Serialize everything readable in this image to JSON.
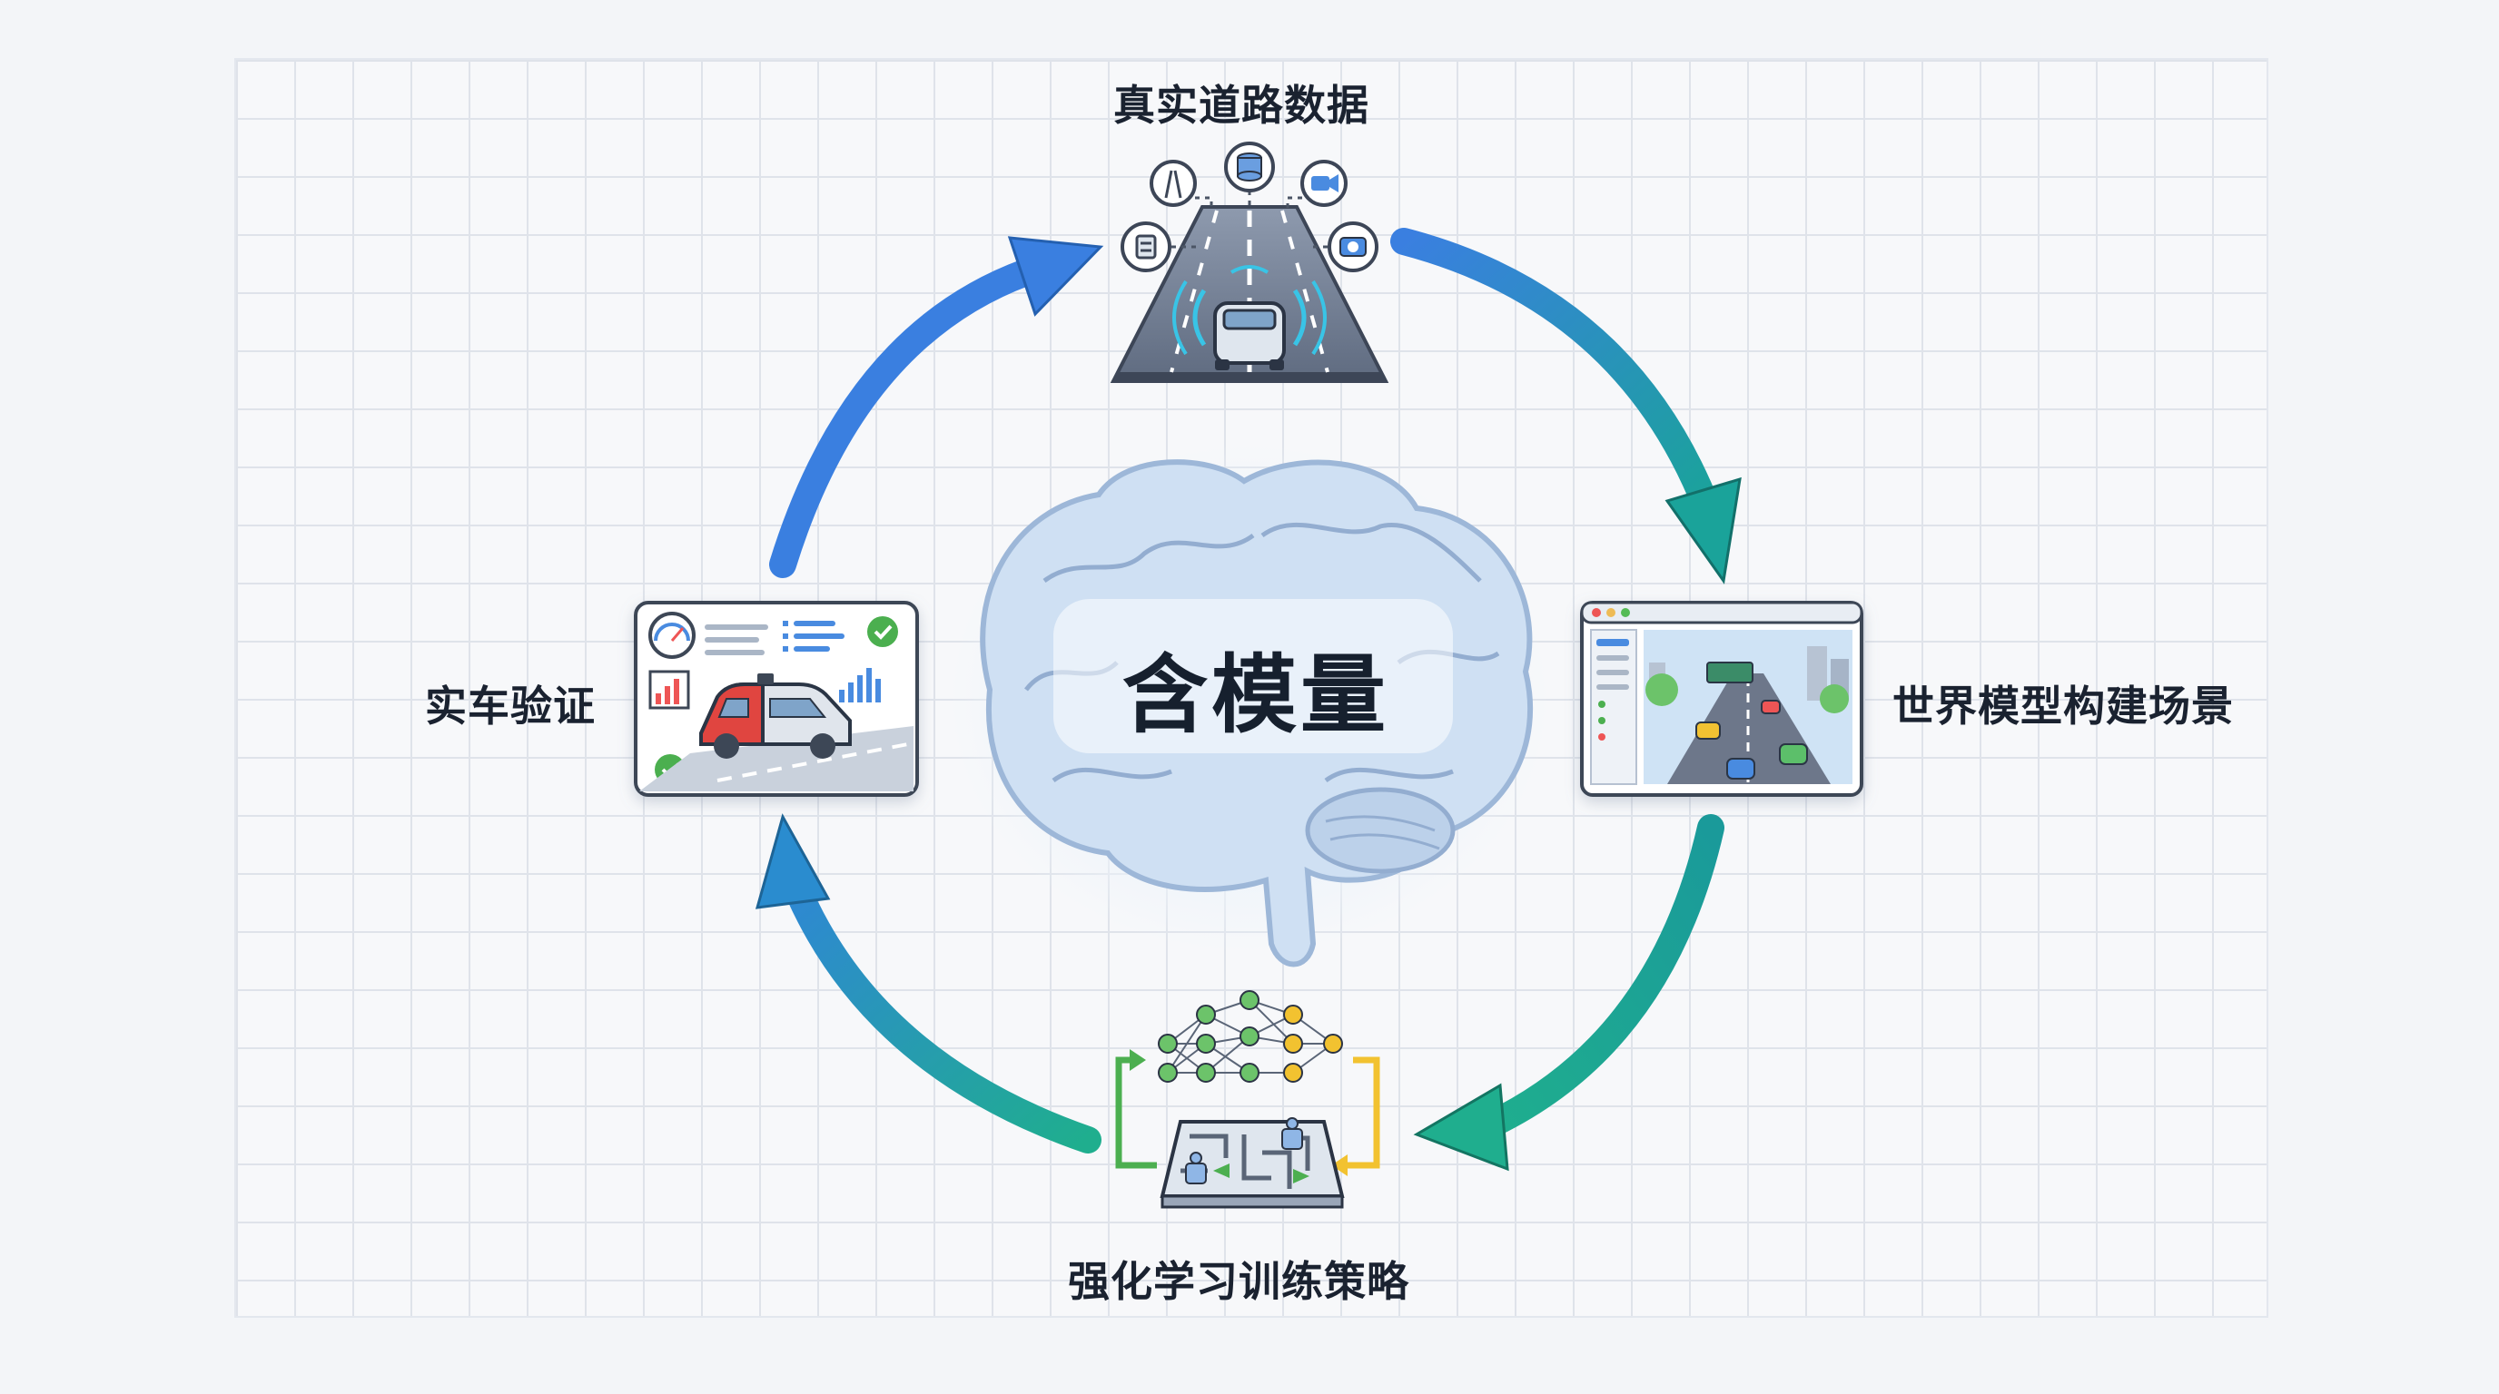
{
  "diagram": {
    "center_title": "含模量",
    "stages": {
      "top": "真实道路数据",
      "right": "世界模型构建场景",
      "bottom": "强化学习训练策略",
      "left": "实车验证"
    }
  },
  "colors": {
    "arrow_blue": "#3a7fe0",
    "arrow_teal": "#1aa39a",
    "brain_fill": "#cfe0f3",
    "accent_green": "#4caf50",
    "accent_yellow": "#f2c230"
  }
}
